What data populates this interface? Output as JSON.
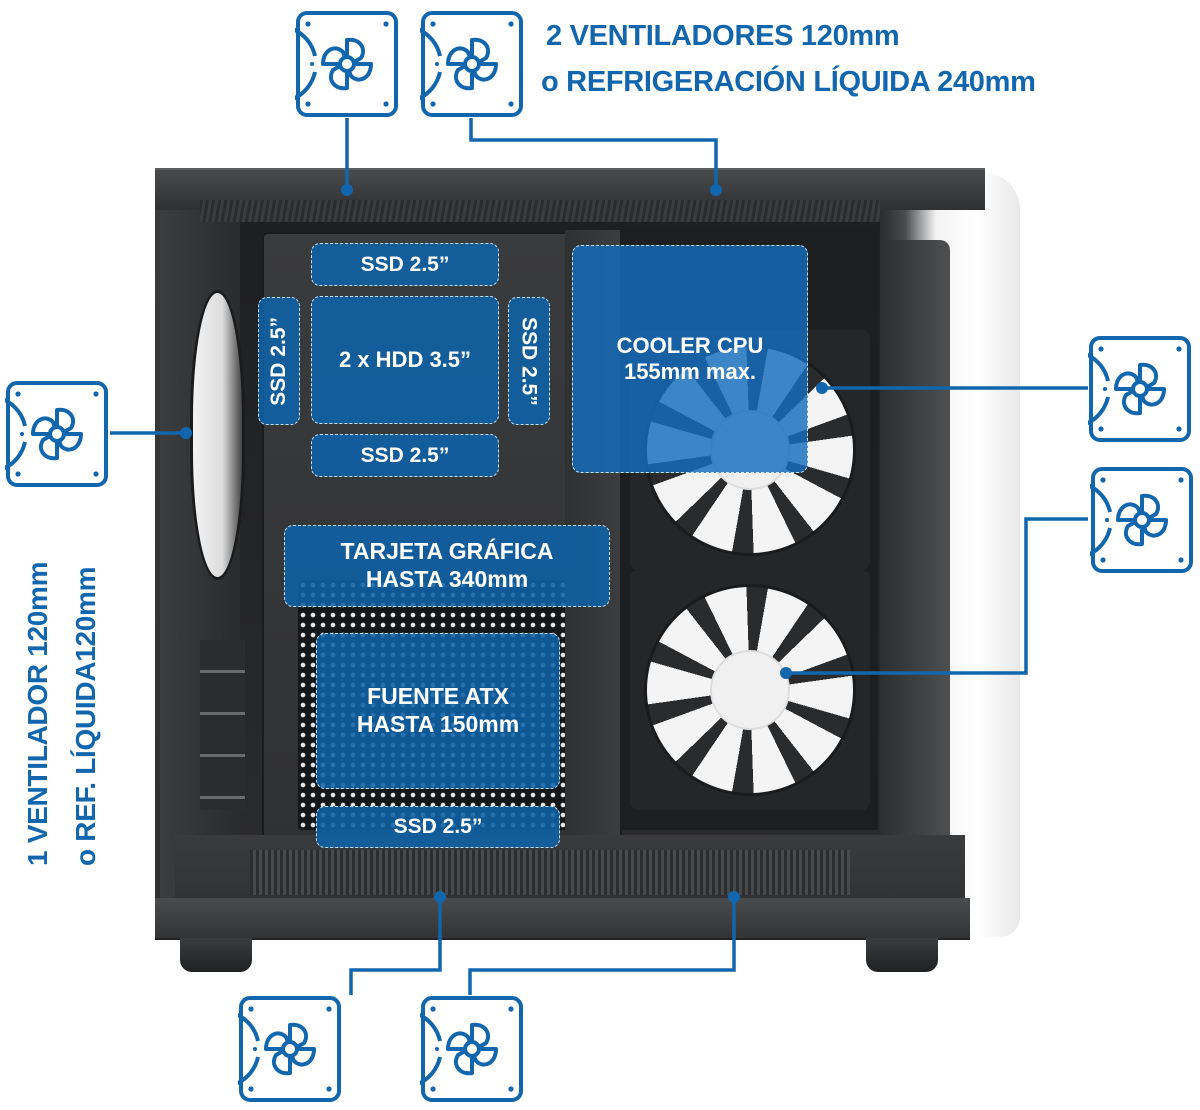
{
  "headline": {
    "top_line_1": "2 VENTILADORES 120mm",
    "top_line_2": "o REFRIGERACIÓN LÍQUIDA 240mm",
    "left_line_1": "1 VENTILADOR 120mm",
    "left_line_2": "o REF. LÍQUIDA120mm"
  },
  "specs": {
    "ssd_top": "SSD 2.5”",
    "ssd_left_vertical": "SSD 2.5”",
    "hdd": "2 x HDD 3.5”",
    "ssd_right_vertical": "SSD 2.5”",
    "ssd_middle": "SSD 2.5”",
    "cooler_line_1": "COOLER CPU",
    "cooler_line_2": "155mm max.",
    "gpu_line_1": "TARJETA GRÁFICA",
    "gpu_line_2": "HASTA 340mm",
    "psu_line_1": "FUENTE ATX",
    "psu_line_2": "HASTA 150mm",
    "ssd_bottom": "SSD 2.5”"
  },
  "fan_mounts": [
    {
      "position": "top-1",
      "icon": "fan-icon"
    },
    {
      "position": "top-2",
      "icon": "fan-icon"
    },
    {
      "position": "left",
      "icon": "fan-icon"
    },
    {
      "position": "right-1",
      "icon": "fan-icon"
    },
    {
      "position": "right-2",
      "icon": "fan-icon"
    },
    {
      "position": "bottom-1",
      "icon": "fan-icon"
    },
    {
      "position": "bottom-2",
      "icon": "fan-icon"
    }
  ],
  "colors": {
    "accent_blue": "#1266ad",
    "overlay_blue": "#0e62a8",
    "case_dark": "#2d2e30",
    "background": "#ffffff"
  }
}
